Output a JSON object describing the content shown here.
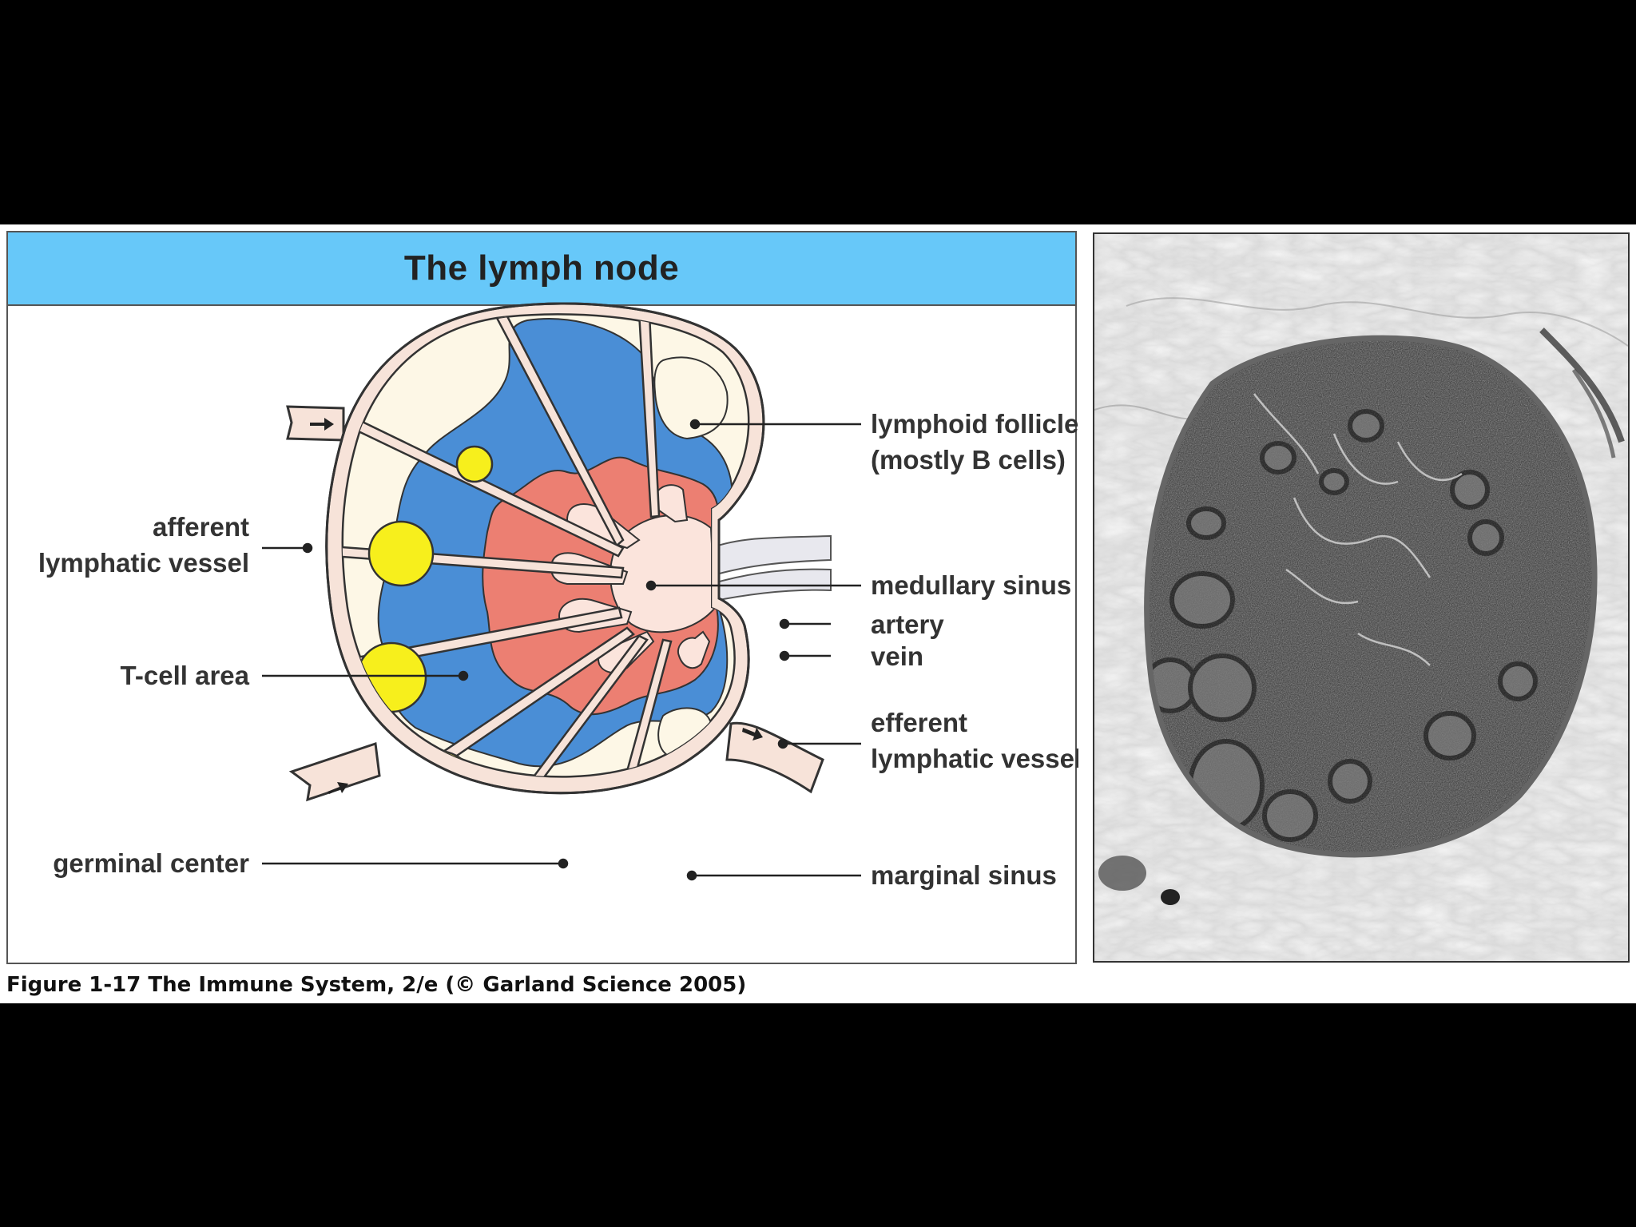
{
  "title": "The lymph node",
  "labels": {
    "lymphoid_follicle_line1": "lymphoid follicle",
    "lymphoid_follicle_line2": "(mostly B cells)",
    "afferent_line1": "afferent",
    "afferent_line2": "lymphatic vessel",
    "medullary_sinus": "medullary sinus",
    "artery": "artery",
    "vein": "vein",
    "t_cell_area": "T-cell area",
    "efferent_line1": "efferent",
    "efferent_line2": "lymphatic vessel",
    "germinal_center": "germinal center",
    "marginal_sinus": "marginal sinus"
  },
  "caption": "Figure 1-17  The Immune System, 2/e (© Garland Science 2005)",
  "colors": {
    "title_bar": "#67c8f9",
    "capsule": "#f7e3d9",
    "follicle_bg": "#fdf7e6",
    "t_cell_blue": "#4a8ed6",
    "medulla_red": "#ec7f72",
    "medullary_sinus": "#fbe4dc",
    "germinal_yellow": "#f7ef1c",
    "vessel_grey": "#e8e8ee"
  }
}
